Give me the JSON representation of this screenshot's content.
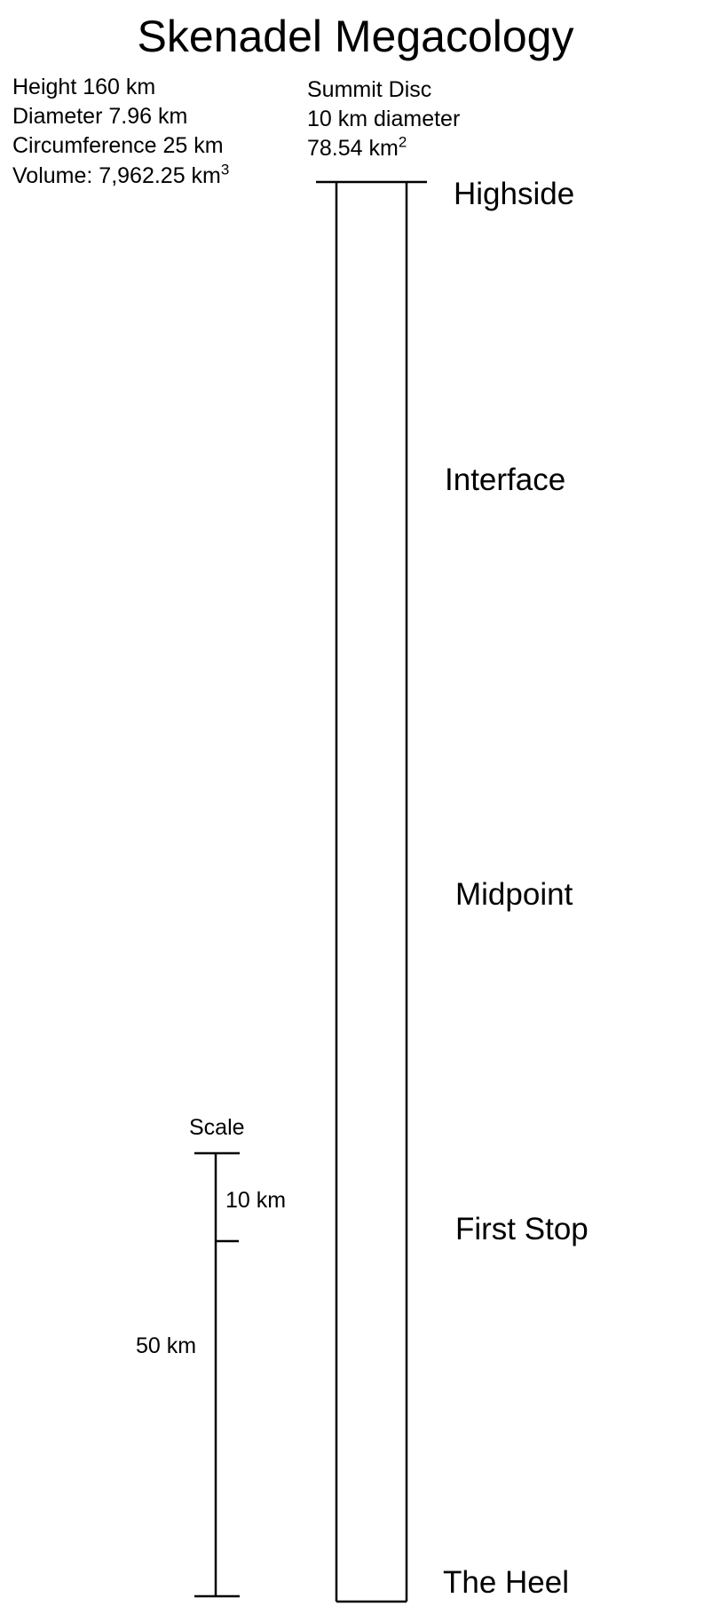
{
  "title": "Skenadel Megacology",
  "stats": {
    "height": "Height 160 km",
    "diameter": "Diameter 7.96 km",
    "circumference": "Circumference 25 km",
    "volume_label": "Volume:",
    "volume_value": "7,962.25 km",
    "volume_exp": "3"
  },
  "summit": {
    "name": "Summit Disc",
    "diameter": "10 km diameter",
    "area_value": "78.54 km",
    "area_exp": "2"
  },
  "zones": {
    "highside": "Highside",
    "interface": "Interface",
    "midpoint": "Midpoint",
    "first_stop": "First Stop",
    "the_heel": "The Heel"
  },
  "scale": {
    "title": "Scale",
    "upper_segment": "10 km",
    "lower_segment": "50 km"
  }
}
